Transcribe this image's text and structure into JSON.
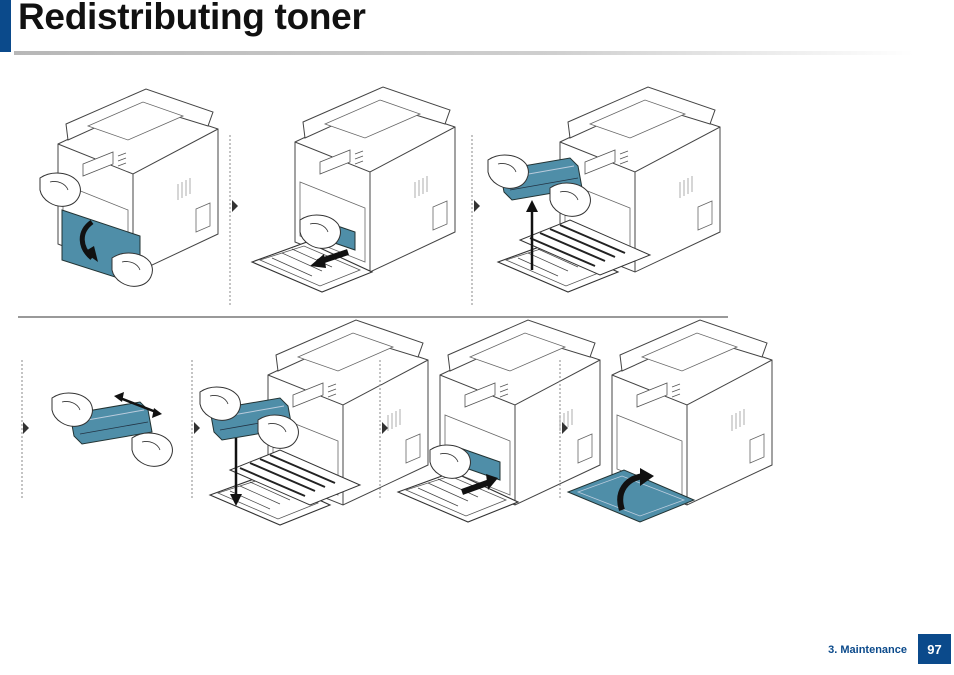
{
  "header": {
    "title": "Redistributing toner"
  },
  "footer": {
    "section": "3. Maintenance",
    "page_number": "97"
  },
  "colors": {
    "accent": "#0b4a8b",
    "toner_blue": "#4f8ea8",
    "line": "#444444"
  },
  "steps": [
    {
      "row": 1,
      "action": "open-front-door"
    },
    {
      "row": 1,
      "action": "pull-toner-out"
    },
    {
      "row": 1,
      "action": "lift-toner"
    },
    {
      "row": 2,
      "action": "shake-toner"
    },
    {
      "row": 2,
      "action": "insert-toner"
    },
    {
      "row": 2,
      "action": "push-toner-in"
    },
    {
      "row": 2,
      "action": "close-front-door"
    }
  ]
}
